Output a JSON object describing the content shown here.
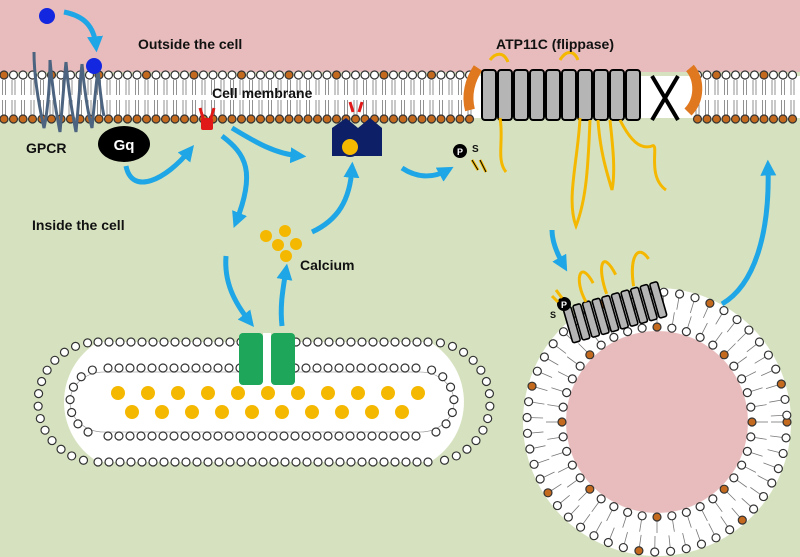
{
  "labels": {
    "outside": "Outside the cell",
    "membrane": "Cell membrane",
    "atp11c": "ATP11C (flippase)",
    "gpcr": "GPCR",
    "gq": "Gq",
    "inside": "Inside the cell",
    "calcium": "Calcium",
    "ps_p": "P",
    "ps_s": "S",
    "ps2_p": "P",
    "ps2_s": "S"
  },
  "colors": {
    "outside_bg": "#e8bcbc",
    "inside_bg": "#d6e2bf",
    "arrow": "#1ea6e6",
    "calcium": "#f5b800",
    "channel": "#1ea65a",
    "flippase_chain": "#f5b800",
    "ligand": "#1326e0",
    "receptor": "#4c6480",
    "pip2": "#e01818",
    "ip3_receptor": "#0d1f66",
    "vesicle_lumen": "#e8bcbc"
  }
}
